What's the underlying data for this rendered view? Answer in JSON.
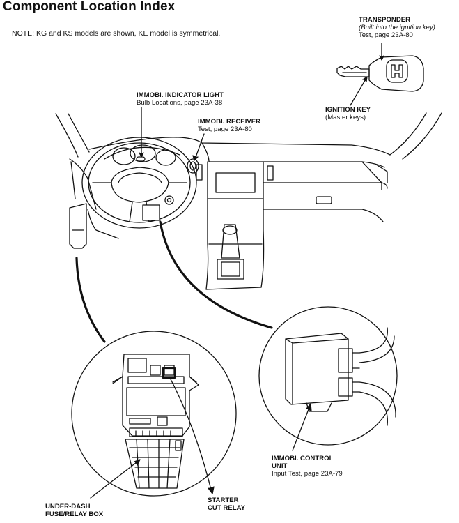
{
  "title": "Component Location Index",
  "note": "NOTE:  KG and KS models are shown, KE model is symmetrical.",
  "labels": {
    "transponder": {
      "name": "TRANSPONDER",
      "line1": "(Built into the ignition key)",
      "line2": "Test, page 23A-80"
    },
    "ignition_key": {
      "name": "IGNITION KEY",
      "line1": "(Master keys)"
    },
    "indicator_light": {
      "name": "IMMOBI. INDICATOR LIGHT",
      "line1": "Bulb Locations, page 23A-38"
    },
    "receiver": {
      "name": "IMMOBI. RECEIVER",
      "line1": "Test, page 23A-80"
    },
    "control_unit": {
      "name1": "IMMOBI. CONTROL",
      "name2": "UNIT",
      "line1": "Input Test, page 23A-79"
    },
    "starter_cut_relay": {
      "name1": "STARTER",
      "name2": "CUT RELAY"
    },
    "fuse_box": {
      "name1": "UNDER-DASH",
      "name2": "FUSE/RELAY BOX"
    }
  },
  "colors": {
    "line": "#111111",
    "background": "#ffffff"
  }
}
